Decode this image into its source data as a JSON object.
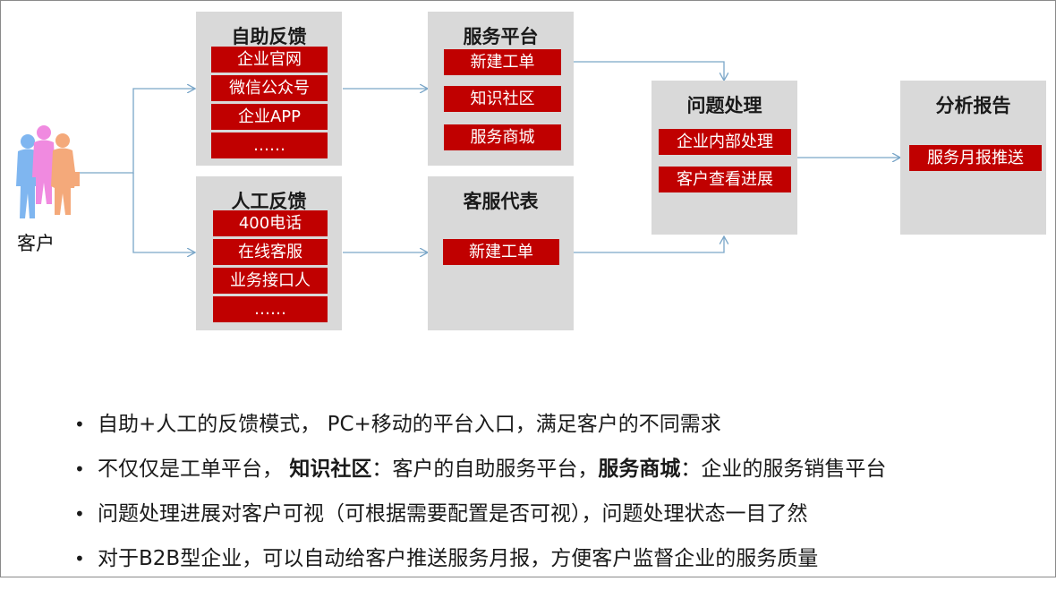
{
  "customer": {
    "label": "客户"
  },
  "boxes": {
    "self": {
      "title": "自助反馈",
      "items": [
        "企业官网",
        "微信公众号",
        "企业APP",
        "……"
      ]
    },
    "manual": {
      "title": "人工反馈",
      "items": [
        "400电话",
        "在线客服",
        "业务接口人",
        "……"
      ]
    },
    "platform": {
      "title": "服务平台",
      "items": [
        "新建工单",
        "知识社区",
        "服务商城"
      ]
    },
    "agent": {
      "title": "客服代表",
      "items": [
        "新建工单"
      ]
    },
    "process": {
      "title": "问题处理",
      "items": [
        "企业内部处理",
        "客户查看进展"
      ]
    },
    "report": {
      "title": "分析报告",
      "items": [
        "服务月报推送"
      ]
    }
  },
  "bullets": {
    "b1": {
      "dot": "•",
      "text": "自助+人工的反馈模式， PC+移动的平台入口，满足客户的不同需求"
    },
    "b2": {
      "dot": "•",
      "t1": "不仅仅是工单平台，",
      "t2": "知识社区",
      "t3": "：客户的自助服务平台，",
      "t4": "服务商城",
      "t5": "：企业的服务销售平台"
    },
    "b3": {
      "dot": "•",
      "text": "问题处理进展对客户可视（可根据需要配置是否可视），问题处理状态一目了然"
    },
    "b4": {
      "dot": "•",
      "text": "对于B2B型企业，可以自动给客户推送服务月报，方便客户监督企业的服务质量"
    }
  },
  "colors": {
    "box_bg": "#d9d9d9",
    "tag_bg": "#c00000",
    "arrow": "#7aa6c8"
  },
  "icons": {
    "customer": "people-group-icon"
  }
}
